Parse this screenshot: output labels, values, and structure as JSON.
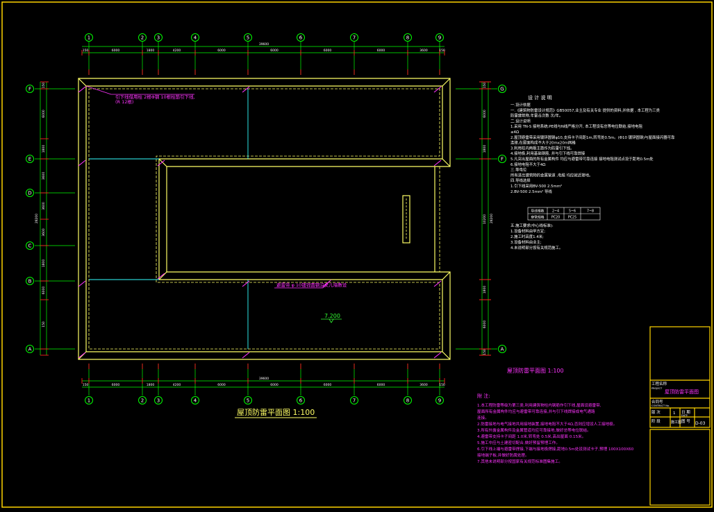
{
  "colors": {
    "background": "#000000",
    "frame": "#ffd400",
    "wall": "#ffff66",
    "dim": "#ffffff",
    "grid_axis": "#00ff00",
    "grid_tick": "#ff2020",
    "magenta": "#ff33ff",
    "cyan": "#33ffff",
    "text": "#ffffff",
    "title": "#ffff66"
  },
  "drawing": {
    "title": "屋顶防雷平面图 1:100",
    "elevation": "7.200",
    "callout_top_line1": "引下线借用柱 2根Φ钢  10根柱筋引下线,",
    "callout_top_line2": "(R 12根)",
    "callout_mid": "避雷带 φ 10镀锌圆钢沿女儿墙敷设",
    "top_axes": [
      "1",
      "2",
      "3",
      "4",
      "5",
      "6",
      "7",
      "8",
      "9"
    ],
    "bottom_axes": [
      "1",
      "2",
      "3",
      "4",
      "5",
      "6",
      "7",
      "8",
      "9"
    ],
    "left_axes": [
      "F",
      "E",
      "D",
      "C",
      "B",
      "A"
    ],
    "right_axes": [
      "G",
      "F",
      "A"
    ],
    "top_dims": [
      "150",
      "6000",
      "1800",
      "4200",
      "6000",
      "6000",
      "6000",
      "6000",
      "3600",
      "150"
    ],
    "top_total": "39600",
    "bottom_dims": [
      "150",
      "6000",
      "1800",
      "4200",
      "6000",
      "6000",
      "6000",
      "6000",
      "3600",
      "150"
    ],
    "bottom_total": "39600",
    "left_dims": [
      "150",
      "6000",
      "1800",
      "3600",
      "3600",
      "3600",
      "1800",
      "6000",
      "150"
    ],
    "left_total": "28200",
    "right_dims": [
      "150",
      "6000",
      "1800",
      "10200",
      "1800",
      "6000",
      "150"
    ],
    "right_total": "28200"
  },
  "notes": {
    "heading": "设 计 说 明",
    "lines": [
      "一.设计依据",
      "  一.《建筑物防雷设计规范》GB50057,业主及有关专业     提供的资料,并依据   ,  本工程为三类",
      "  防雷建筑物,年雷击次数  次/年。",
      "二.设计说明",
      "  1.采用 TN-S 接地系统:PE线与N线严格分开,  本工程设有总等电位联结,接地电阻",
      "     ≤4Ω",
      "  2.屋顶避雷带采用镀锌圆钢φ10,支持卡子间距1m,转弯处0.5m。(Φ10 镀锌圆钢)与屋面接闪器可靠",
      "     连接,在屋面构成不大于20mx20m网格",
      "  3.利用柱内两根主筋作为防雷引下线。",
      "  4.接地极,利用基础钢筋,   并与引下线可靠焊接",
      "  5.凡突出屋面的所有金属构件   均应与避雷带可靠连接  接地电阻测试点设于距地0.5m处",
      "  6.接地电阻不大于4Ω",
      "三.等电位",
      "  所有进出建筑物的金属管道   ,电缆   均应就近接地。",
      "四.导线选择",
      "  1.引下线采用BV-500 2.5mm²",
      "  2.BV-500 2.5mm² 导线"
    ],
    "table_rows": [
      [
        "导线根数",
        "2~4",
        "5~6",
        "7~8"
      ],
      [
        "穿管规格",
        "PC20",
        "PC25",
        ""
      ]
    ],
    "lines2": [
      "五.施工要求(中心线标准):",
      "  1.设备材料由甲方定;",
      "  2.施工时高度1.4米;",
      "  3.设备材料由业主;",
      "  4.未说明部分按有关规范施工。"
    ]
  },
  "subtitle": "屋顶防雷平面图  1:100",
  "remarks": {
    "heading": "附 注:",
    "lines": [
      "1.本工程防雷等级为第三类,利用建筑物柱内钢筋作引下线,屋面设避雷带,",
      "   屋面所有金属构件均应与避雷带可靠连接,并与引下线焊接成电气通路",
      "   连接。",
      "2.防雷接地与电气接地共用接地装置,接地电阻不大于4Ω,否则应增设人工接地极。",
      "3.所有外露金属构件及金属管道均应可靠接地,做好总等电位联结。",
      "4.避雷带支持卡子间距 1.0米,转弯处 0.5米,高出屋面 0.15米。",
      "5.施工中应与土建密切配合,做好预留预埋工作。",
      "6.引下线上端与避雷带焊接,下端与接地极焊接,距地0.5m处设测试卡子,预埋 100X100X60",
      "   接地端子板,并做好防腐处理。",
      "7.其他未说明部分按国家有关规范标准图集施工。"
    ]
  },
  "title_block": {
    "label_project": "工程名称",
    "label_project_en": "PROJECT",
    "label_drawing": "图 名",
    "label_drawing_en": "TITLE",
    "drawing_name": "屋顶防雷平面图",
    "label_contract": "合同号",
    "label_contract_en": "CONTRACT No.",
    "label_version": "版 次",
    "version": "1",
    "label_date": "日 期",
    "label_date_en": "DATE",
    "label_stage": "阶 段",
    "stage": "施工图",
    "label_no": "图 号",
    "drawing_no": "D-03"
  }
}
